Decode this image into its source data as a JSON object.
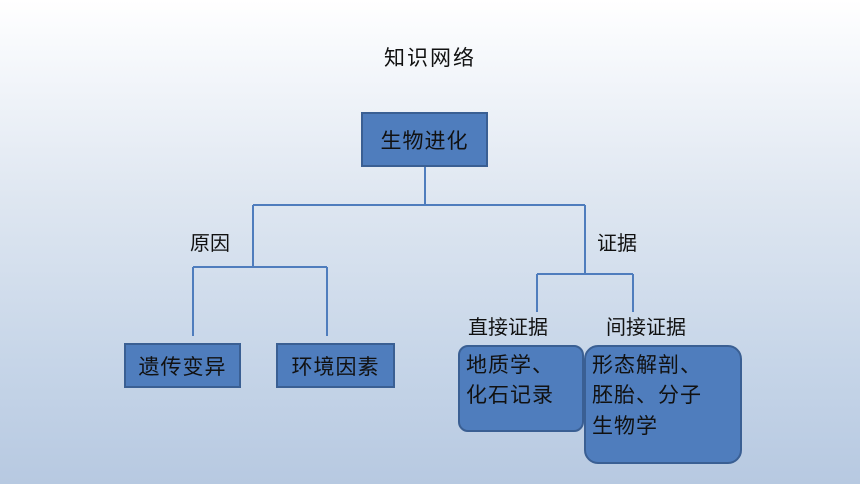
{
  "title": "知识网络",
  "root": "生物进化",
  "branches": {
    "cause": {
      "label": "原因",
      "items": [
        "遗传变异",
        "环境因素"
      ]
    },
    "evidence": {
      "label": "证据",
      "direct": {
        "label": "直接证据",
        "text": "地质学、\n化石记录"
      },
      "indirect": {
        "label": "间接证据",
        "text": "形态解剖、\n胚胎、分子\n生物学"
      }
    }
  },
  "colors": {
    "box_fill": "#4f7dbd",
    "box_border": "#3a5f93",
    "connector": "#4f7dbd"
  }
}
